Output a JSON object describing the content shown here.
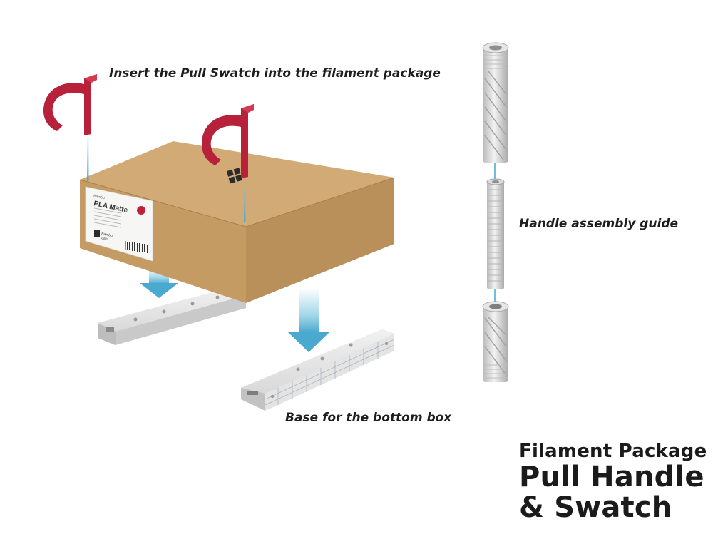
{
  "captions": {
    "pull_swatch": "Insert the Pull Swatch into the filament package",
    "handle_guide": "Handle assembly guide",
    "base_bottom": "Base for the bottom box"
  },
  "title": {
    "line1": "Filament Package",
    "line2": "Pull Handle",
    "line3": "& Swatch"
  },
  "label": {
    "brand_top": "Bambu",
    "product": "PLA Matte",
    "logo_text_1": "Bambu",
    "logo_text_2": "Lab"
  },
  "colors": {
    "hook_red": "#b7223a",
    "box_tan": "#cba472",
    "arrow_blue": "#5bb8d8",
    "base_gray": "#d6d6d6"
  }
}
